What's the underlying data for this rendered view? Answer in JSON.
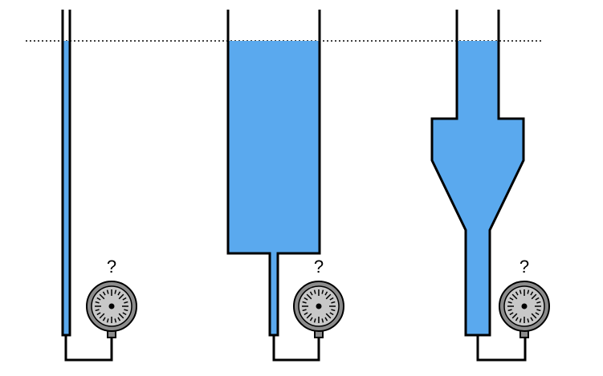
{
  "diagram": {
    "gauge_label": "?",
    "colors": {
      "water": "#5aa9ee",
      "outline": "#000000",
      "gauge_body": "#8c8c8c",
      "gauge_face": "#c8c8c8",
      "background": "#ffffff"
    },
    "vessels": [
      {
        "shape": "narrow-tube",
        "gauge_label": "?"
      },
      {
        "shape": "wide-tank",
        "gauge_label": "?"
      },
      {
        "shape": "funnel",
        "gauge_label": "?"
      }
    ]
  }
}
